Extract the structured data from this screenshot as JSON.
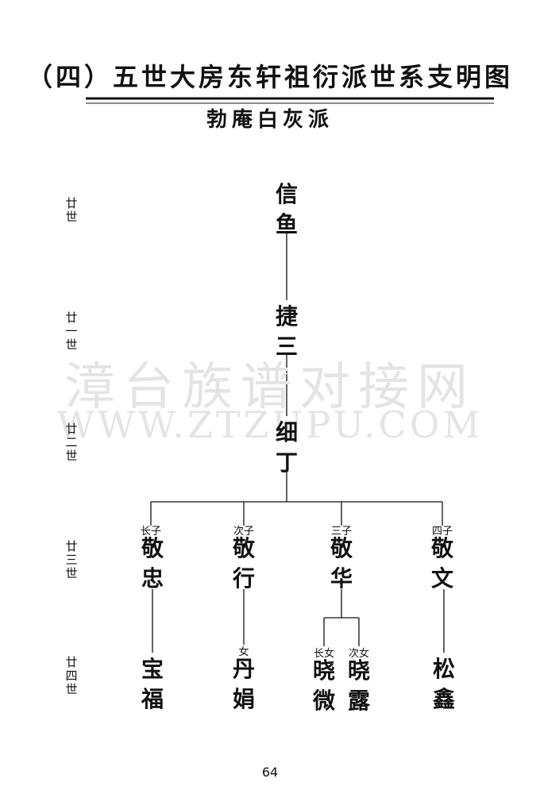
{
  "title": "（四）五世大房东轩祖衍派世系支明图",
  "subtitle": "勃庵白灰派",
  "generations": [
    "廿世",
    "廿一世",
    "廿二世",
    "廿三世",
    "廿四世"
  ],
  "tree": {
    "gen20": "信鱼",
    "gen21": "捷三",
    "gen22": "细丁",
    "gen23": [
      {
        "rank": "长子",
        "name": "敬忠"
      },
      {
        "rank": "次子",
        "name": "敬行"
      },
      {
        "rank": "三子",
        "name": "敬华"
      },
      {
        "rank": "四子",
        "name": "敬文"
      }
    ],
    "gen24": [
      {
        "rank": "",
        "name": "宝福"
      },
      {
        "rank": "女",
        "name": "丹娟"
      },
      {
        "rank": "长女",
        "name": "晓微"
      },
      {
        "rank": "次女",
        "name": "晓露"
      },
      {
        "rank": "",
        "name": "松鑫"
      }
    ]
  },
  "watermark": {
    "line1": "漳台族谱对接网",
    "line2": "WWW.ZTZUPU.COM"
  },
  "page_number": "64"
}
